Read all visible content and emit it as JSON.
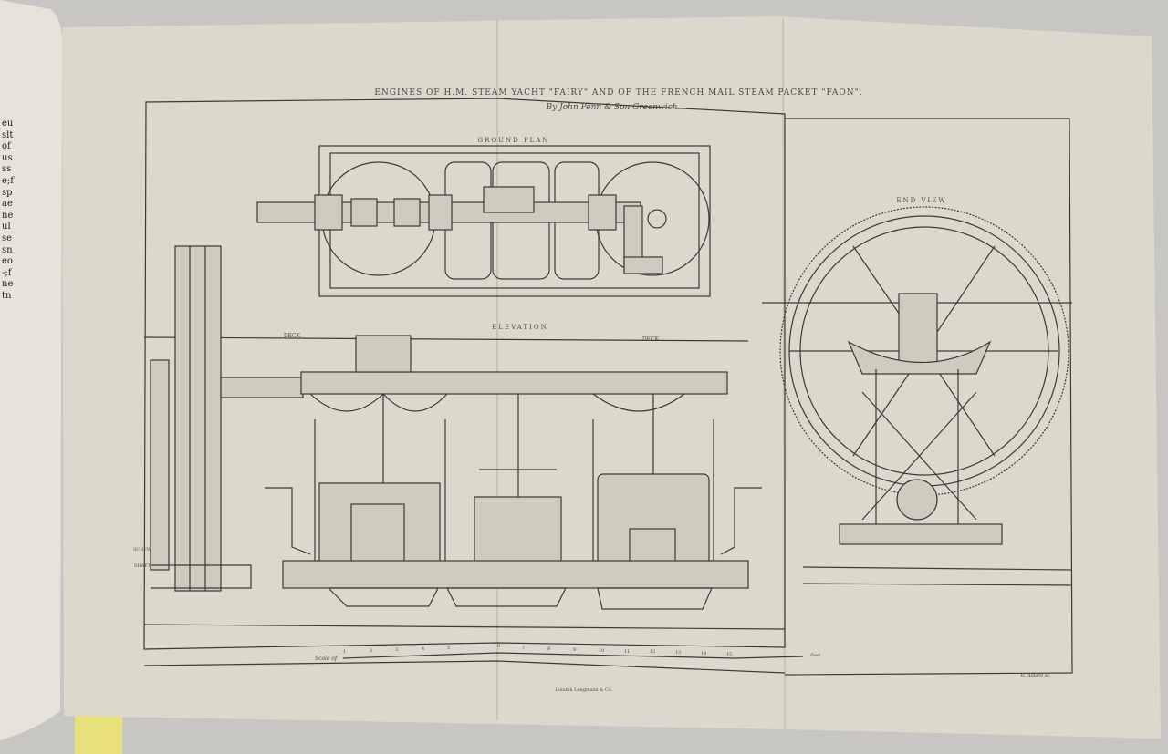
{
  "plate": {
    "title": "ENGINES OF H.M. STEAM YACHT \"FAIRY\" AND OF THE FRENCH MAIL STEAM PACKET \"FAON\".",
    "subtitle": "By John Penn & Son Greenwich.",
    "views": {
      "ground_plan": "GROUND PLAN",
      "elevation": "ELEVATION",
      "end_view": "END VIEW"
    },
    "labels": {
      "deck_left": "DECK",
      "deck_right": "DECK",
      "screw_shaft_1": "SCREW",
      "screw_shaft_2": "SHAFT"
    },
    "scale": {
      "label": "Scale of",
      "ticks": [
        "1",
        "2",
        "3",
        "4",
        "5",
        "6",
        "7",
        "8",
        "9",
        "10",
        "11",
        "12",
        "13",
        "14",
        "15"
      ],
      "unit": "Feet"
    },
    "publisher": "London Longmans & Co.",
    "engraver": "H. Adlard sc."
  },
  "facing_page_text": "eusltofussse;fspaeneulsesneo-;fnetn",
  "colors": {
    "paper": "#dcd8cc",
    "ink": "#3a3a36",
    "background": "#c8c6c2",
    "bookmark": "#e8e07a"
  }
}
